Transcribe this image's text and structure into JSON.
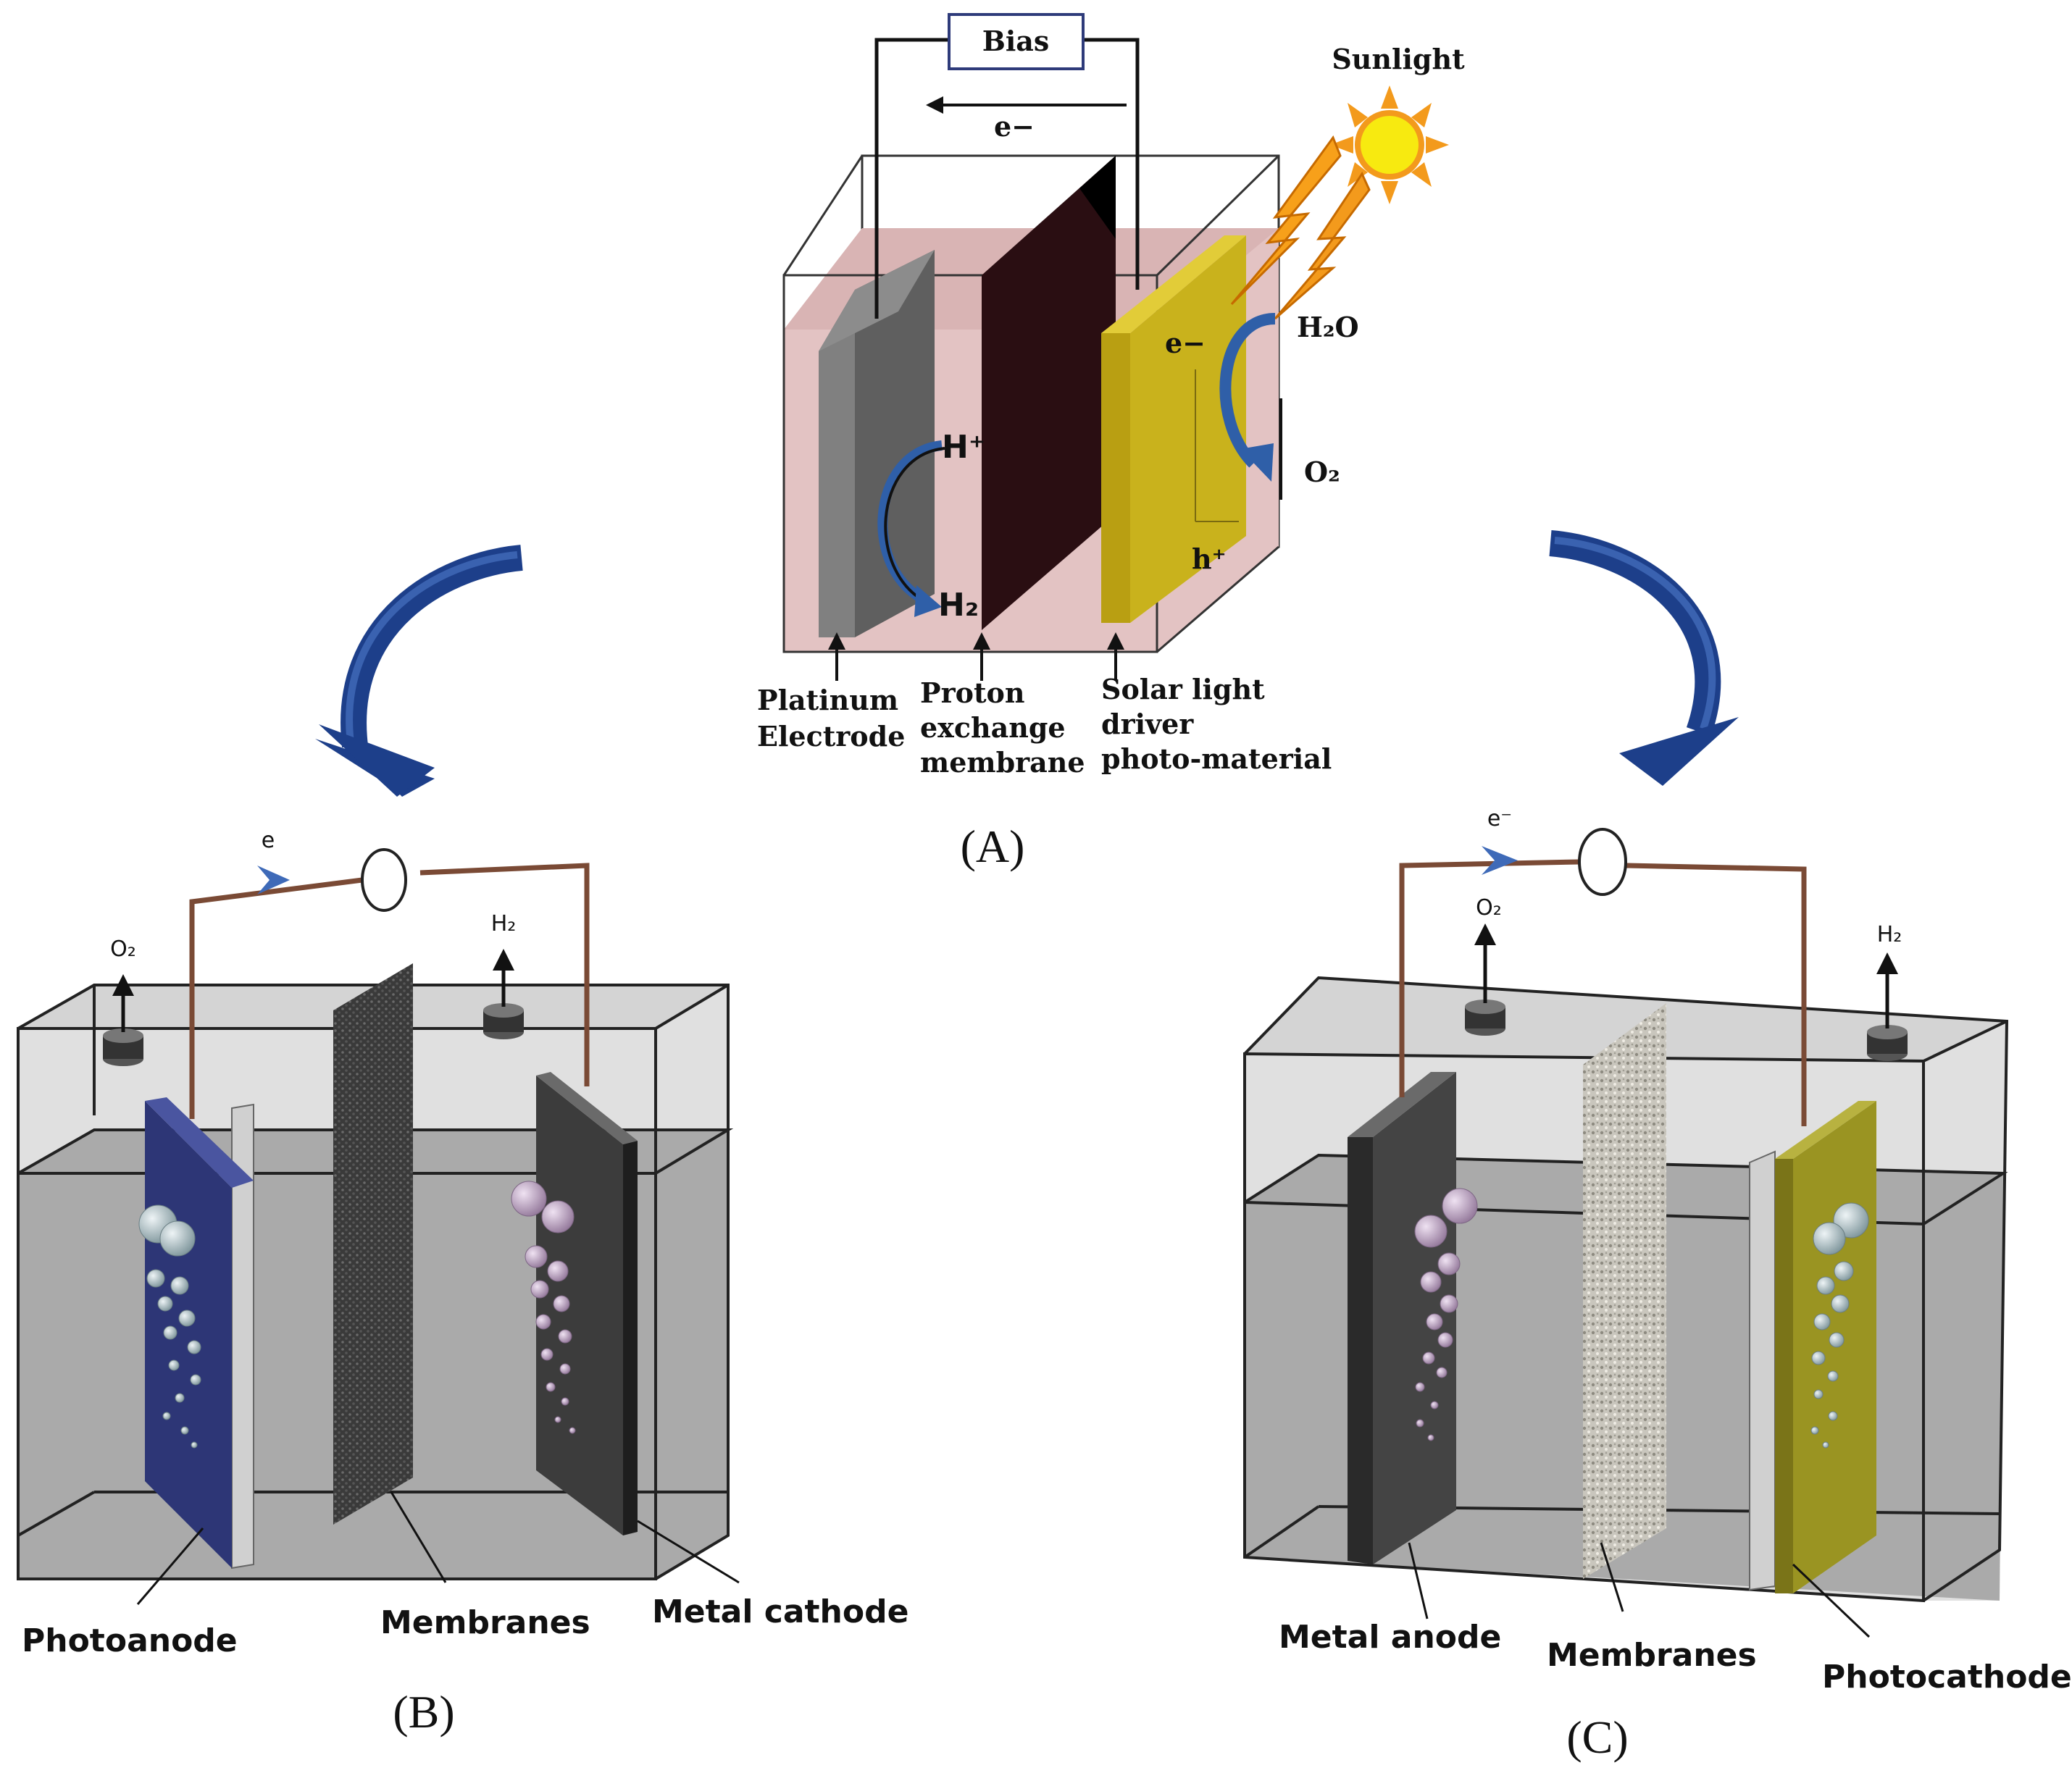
{
  "panel_a": {
    "bias": "Bias",
    "electron_top": "e−",
    "sunlight": "Sunlight",
    "h2o": "H₂O",
    "o2": "O₂",
    "e_minus": "e−",
    "h_plus_hole": "h⁺",
    "h_plus": "H⁺",
    "h2": "H₂",
    "label_platinum_1": "Platinum",
    "label_platinum_2": "Electrode",
    "label_pem_1": "Proton",
    "label_pem_2": "exchange",
    "label_pem_3": "membrane",
    "label_solar_1": "Solar light",
    "label_solar_2": "driver",
    "label_solar_3": "photo-material",
    "caption": "(A)"
  },
  "panel_b": {
    "electron": "e",
    "o2": "O₂",
    "h2": "H₂",
    "label_photoanode": "Photoanode",
    "label_membranes": "Membranes",
    "label_metal_cathode": "Metal cathode",
    "caption": "(B)"
  },
  "panel_c": {
    "electron": "e⁻",
    "o2": "O₂",
    "h2": "H₂",
    "label_metal_anode": "Metal anode",
    "label_membranes": "Membranes",
    "label_photocathode": "Photocathode",
    "caption": "(C)"
  },
  "colors": {
    "pink_electrolyte": "#e3c3c3",
    "platinum": "#6e6e6e",
    "membrane_dark": "#2a0e12",
    "photo_material": "#c9b21c",
    "sun": "#f7ea10",
    "flash": "#f39a1c",
    "curve_arrow": "#1d3f8a",
    "photoanode": "#2d3676",
    "photocathode": "#9a9422",
    "glass": "#9f9f9f",
    "wire": "#7a4a35"
  }
}
